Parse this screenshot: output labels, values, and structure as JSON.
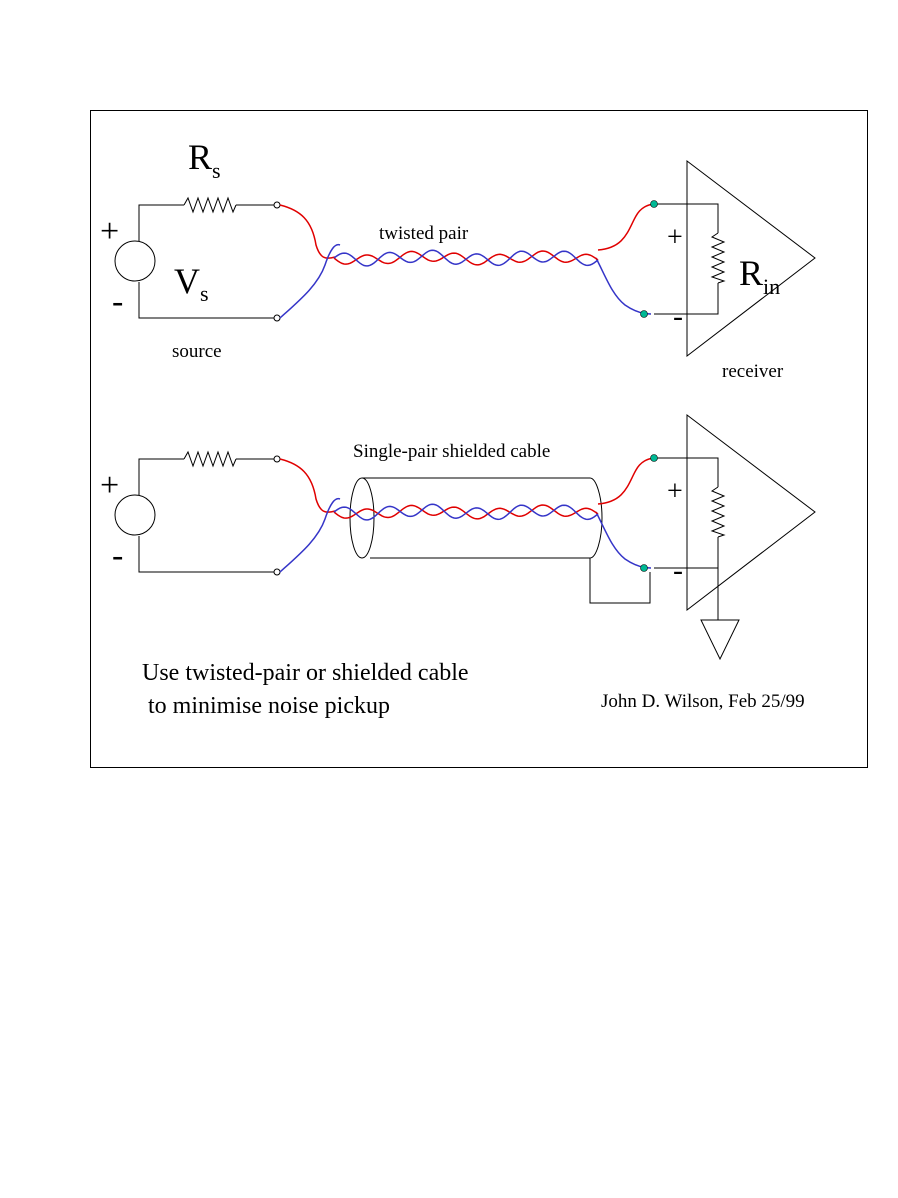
{
  "colors": {
    "red_wire": "#e00000",
    "blue_wire": "#3535c8",
    "terminal": "#00b894",
    "line": "#000000"
  },
  "top": {
    "rs_label": "R",
    "rs_sub": "s",
    "vs_label": "V",
    "vs_sub": "s",
    "plus": "+",
    "minus": "-",
    "source_label": "source",
    "cable_label": "twisted pair",
    "rin_label": "R",
    "rin_sub": "in",
    "receiver_label": "receiver",
    "rx_plus": "+",
    "rx_minus": "-"
  },
  "bottom": {
    "plus": "+",
    "minus": "-",
    "cable_label": "Single-pair shielded cable",
    "rx_plus": "+",
    "rx_minus": "-"
  },
  "caption_line1": "Use twisted-pair or shielded cable",
  "caption_line2": " to minimise noise pickup",
  "author": "John D. Wilson, Feb 25/99"
}
